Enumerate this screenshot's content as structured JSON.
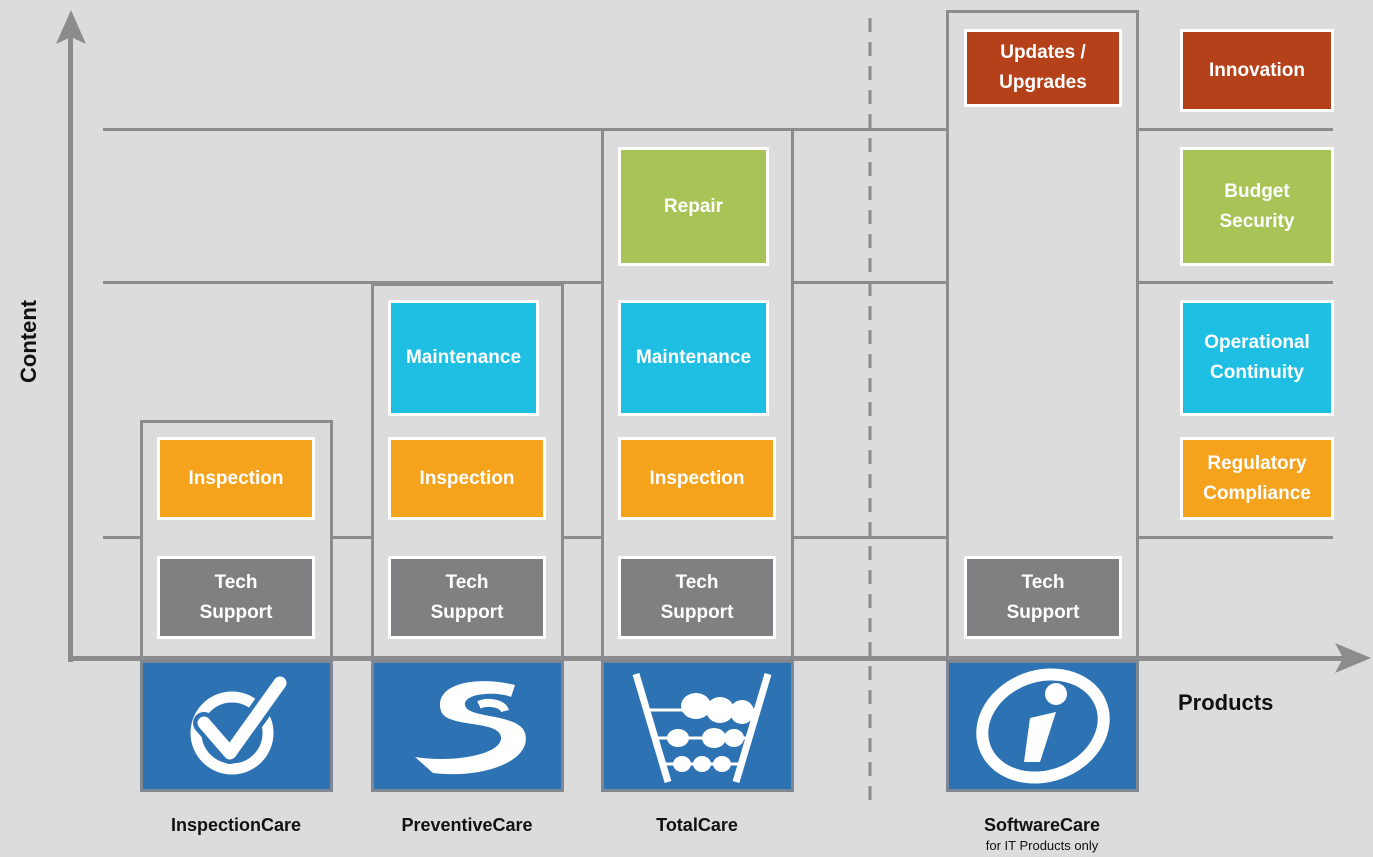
{
  "axes": {
    "y_label": "Content",
    "x_label": "Products"
  },
  "columns": [
    {
      "product": "InspectionCare",
      "icon": "check-circle-icon",
      "boxes": [
        {
          "label": "Inspection",
          "category": "inspection"
        },
        {
          "label": "Tech\nSupport",
          "category": "tech-support"
        }
      ]
    },
    {
      "product": "PreventiveCare",
      "icon": "section-sign-icon",
      "boxes": [
        {
          "label": "Maintenance",
          "category": "maintenance"
        },
        {
          "label": "Inspection",
          "category": "inspection"
        },
        {
          "label": "Tech\nSupport",
          "category": "tech-support"
        }
      ]
    },
    {
      "product": "TotalCare",
      "icon": "abacus-icon",
      "boxes": [
        {
          "label": "Repair",
          "category": "repair"
        },
        {
          "label": "Maintenance",
          "category": "maintenance"
        },
        {
          "label": "Inspection",
          "category": "inspection"
        },
        {
          "label": "Tech\nSupport",
          "category": "tech-support"
        }
      ]
    },
    {
      "product": "SoftwareCare",
      "note": "for IT Products only",
      "icon": "info-icon",
      "boxes": [
        {
          "label": "Updates /\nUpgrades",
          "category": "updates"
        },
        {
          "label": "Tech\nSupport",
          "category": "tech-support"
        }
      ]
    }
  ],
  "benefits": [
    {
      "label": "Innovation",
      "category": "updates"
    },
    {
      "label": "Budget\nSecurity",
      "category": "repair"
    },
    {
      "label": "Operational\nContinuity",
      "category": "maintenance"
    },
    {
      "label": "Regulatory\nCompliance",
      "category": "inspection"
    }
  ],
  "colors": {
    "background": "#dcdcdd",
    "lines": "#8c8c8e",
    "tech_support": "#808083",
    "inspection": "#f5a21c",
    "maintenance": "#1fbfe3",
    "repair": "#a8c456",
    "updates": "#b5411a",
    "tile": "#2d73b4"
  }
}
